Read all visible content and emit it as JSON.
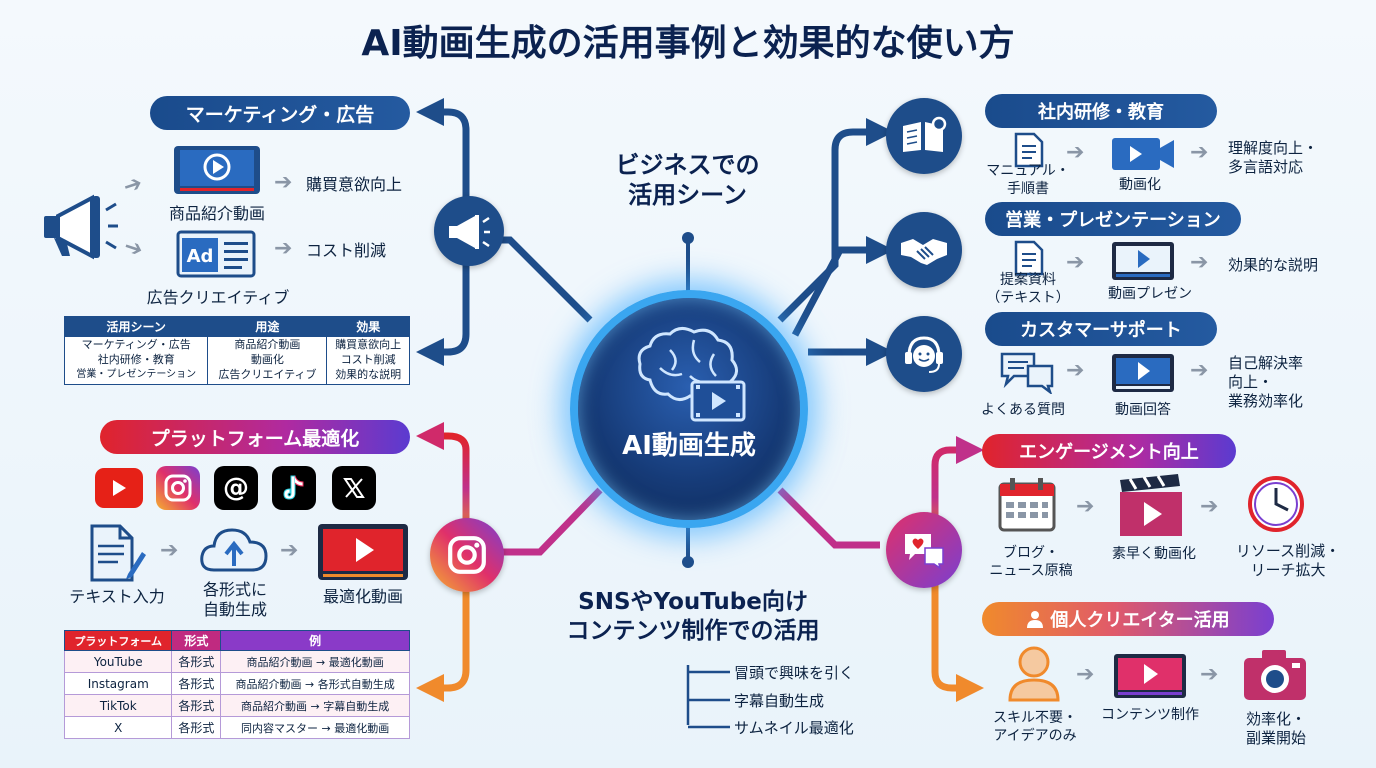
{
  "title": "AI動画生成の活用事例と効果的な使い方",
  "center": {
    "label": "AI動画生成"
  },
  "business_scene": {
    "line1": "ビジネスでの",
    "line2": "活用シーン"
  },
  "sns_scene": {
    "line1": "SNSやYouTube向け",
    "line2": "コンテンツ制作での活用"
  },
  "sns_bullets": [
    "冒頭で興味を引く",
    "字幕自動生成",
    "サムネイル最適化"
  ],
  "marketing": {
    "header": "マーケティング・広告",
    "video_label": "商品紹介動画",
    "ad_label": "広告クリエイティブ",
    "ad_text": "Ad",
    "result1": "購買意欲向上",
    "result2": "コスト削減",
    "table": {
      "headers": [
        "活用シーン",
        "用途",
        "効果"
      ],
      "col1": [
        "マーケティング・広告",
        "社内研修・教育",
        "営業・プレゼンテーション"
      ],
      "col2": [
        "商品紹介動画",
        "動画化",
        "広告クリエイティブ"
      ],
      "col3": [
        "購買意欲向上",
        "コスト削減",
        "効果的な説明"
      ]
    }
  },
  "platform": {
    "header": "プラットフォーム最適化",
    "step1": "テキスト入力",
    "step2a": "各形式に",
    "step2b": "自動生成",
    "step3": "最適化動画",
    "table": {
      "headers": [
        "プラットフォーム",
        "形式",
        "例"
      ],
      "rows": [
        [
          "YouTube",
          "各形式",
          "商品紹介動画 → 最適化動画"
        ],
        [
          "Instagram",
          "各形式",
          "商品紹介動画 → 各形式自動生成"
        ],
        [
          "TikTok",
          "各形式",
          "商品紹介動画 → 字幕自動生成"
        ],
        [
          "X",
          "各形式",
          "同内容マスター → 最適化動画"
        ]
      ]
    }
  },
  "training": {
    "header": "社内研修・教育",
    "input_a": "マニュアル・",
    "input_b": "手順書",
    "mid": "動画化",
    "result_a": "理解度向上・",
    "result_b": "多言語対応"
  },
  "sales": {
    "header": "営業・プレゼンテーション",
    "input_a": "提案資料",
    "input_b": "（テキスト）",
    "mid": "動画プレゼン",
    "result": "効果的な説明"
  },
  "support": {
    "header": "カスタマーサポート",
    "input": "よくある質問",
    "mid": "動画回答",
    "result_a": "自己解決率",
    "result_b": "向上・",
    "result_c": "業務効率化"
  },
  "engagement": {
    "header": "エンゲージメント向上",
    "input_a": "ブログ・",
    "input_b": "ニュース原稿",
    "mid": "素早く動画化",
    "result_a": "リソース削減・",
    "result_b": "リーチ拡大"
  },
  "creator": {
    "header": "個人クリエイター活用",
    "input_a": "スキル不要・",
    "input_b": "アイデアのみ",
    "mid": "コンテンツ制作",
    "result_a": "効率化・",
    "result_b": "副業開始"
  },
  "colors": {
    "navy": "#1e4d8a",
    "red": "#e0242c",
    "purple": "#7a3fd0",
    "orange": "#f08a2c",
    "glow": "#3aa6f0"
  }
}
